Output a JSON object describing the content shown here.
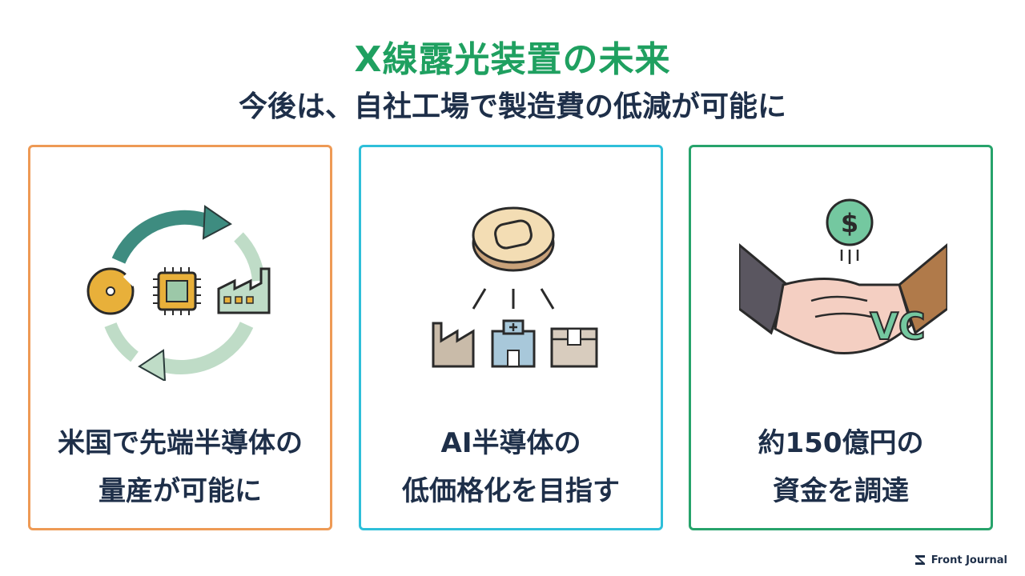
{
  "header": {
    "title": "X線露光装置の未来",
    "subtitle": "今後は、自社工場で製造費の低減が可能に"
  },
  "cards": [
    {
      "line1": "米国で先端半導体の",
      "line2": "量産が可能に",
      "icon": "manufacturing-cycle-icon",
      "border_color": "#EE9A55"
    },
    {
      "line1": "AI半導体の",
      "line2": "低価格化を目指す",
      "icon": "chip-distribution-icon",
      "border_color": "#2EBFD9"
    },
    {
      "line1": "約150億円の",
      "line2": "資金を調達",
      "icon": "vc-handshake-icon",
      "border_color": "#27A36B"
    }
  ],
  "icon_labels": {
    "vc": "VC",
    "dollar": "$"
  },
  "brand": {
    "name": "Front Journal"
  },
  "colors": {
    "title": "#1FA060",
    "text": "#1E2F49"
  }
}
